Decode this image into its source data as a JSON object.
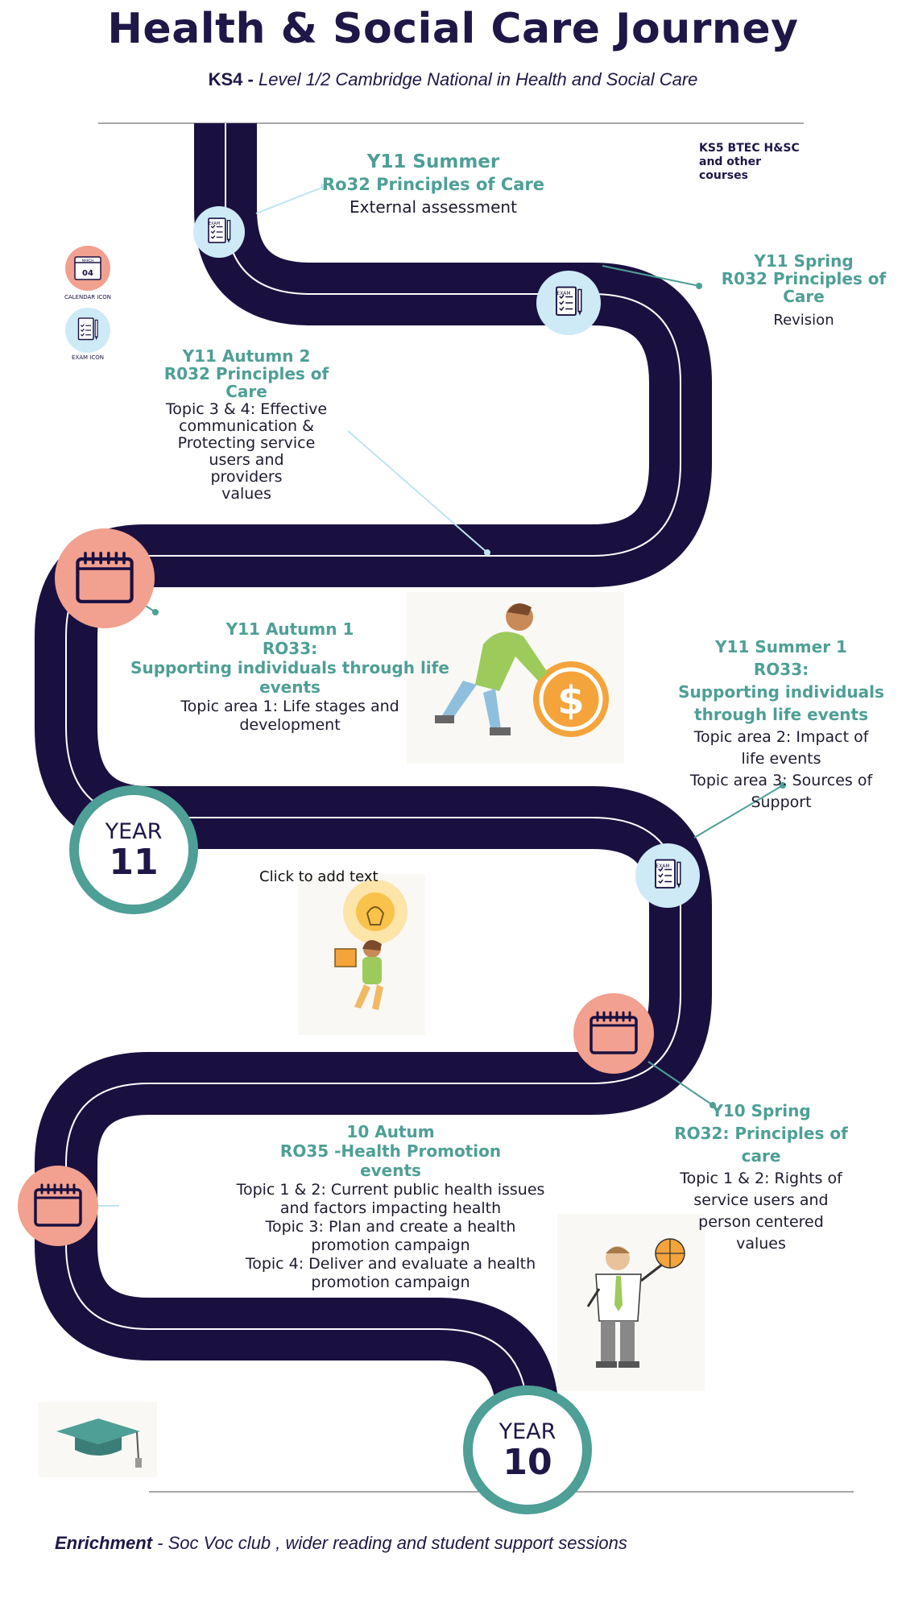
{
  "header": {
    "title": "Health & Social Care Journey",
    "subtitle_bold": "KS4 - ",
    "subtitle_italic": "Level 1/2 Cambridge National in Health and Social Care"
  },
  "ks5_note": "KS5 BTEC H&SC\nand other\ncourses",
  "legend": {
    "calendar_label": "CALENDAR ICON",
    "calendar_glyph_month": "MARCH",
    "calendar_glyph_day": "04",
    "exam_label": "EXAM ICON",
    "exam_glyph_text": "EXAM"
  },
  "milestones": {
    "y11_summer": {
      "title": "Y11 Summer",
      "unit": "Ro32 Principles of Care",
      "body": "External assessment"
    },
    "y11_spring": {
      "title": "Y11 Spring",
      "unit": "R032 Principles of\nCare",
      "body": "Revision"
    },
    "y11_autumn2": {
      "title": "Y11 Autumn 2",
      "unit": "R032 Principles of\nCare",
      "body": "Topic 3 & 4: Effective\ncommunication &\nProtecting service\nusers and\nproviders\nvalues"
    },
    "y11_autumn1": {
      "title": "Y11 Autumn 1",
      "unit": "RO33:\nSupporting individuals  through life\nevents",
      "body": "Topic area 1: Life stages and\ndevelopment"
    },
    "y11_summer1": {
      "title": "Y11 Summer 1",
      "unit": "RO33:\nSupporting individuals\nthrough life events",
      "body": "Topic area 2: Impact of\nlife events\nTopic area 3:  Sources of\nSupport"
    },
    "y10_spring": {
      "title": "Y10 Spring",
      "unit": "RO32: Principles of\ncare",
      "body": "Topic 1 & 2: Rights of\nservice users and\nperson centered\nvalues"
    },
    "y10_autumn": {
      "title": "10 Autum",
      "unit": "RO35 -Health Promotion\nevents",
      "body": "Topic 1 & 2:  Current public health issues\nand factors impacting health\nTopic 3:  Plan and create a health\npromotion campaign\nTopic 4: Deliver and evaluate a health\npromotion campaign"
    }
  },
  "year_badges": {
    "y11": {
      "label": "YEAR",
      "number": "11"
    },
    "y10": {
      "label": "YEAR",
      "number": "10"
    }
  },
  "placeholder": "Click to add text",
  "coin_symbol": "$",
  "footer": {
    "enrichment_bold": "Enrichment",
    "enrichment_rest": "  -  Soc Voc  club , wider reading  and student support sessions"
  },
  "colors": {
    "road": "#1a1040",
    "teal": "#4e9f96",
    "navy": "#1e1747",
    "calendar_pink": "#f2a08f",
    "exam_blue": "#cdeaf6"
  }
}
